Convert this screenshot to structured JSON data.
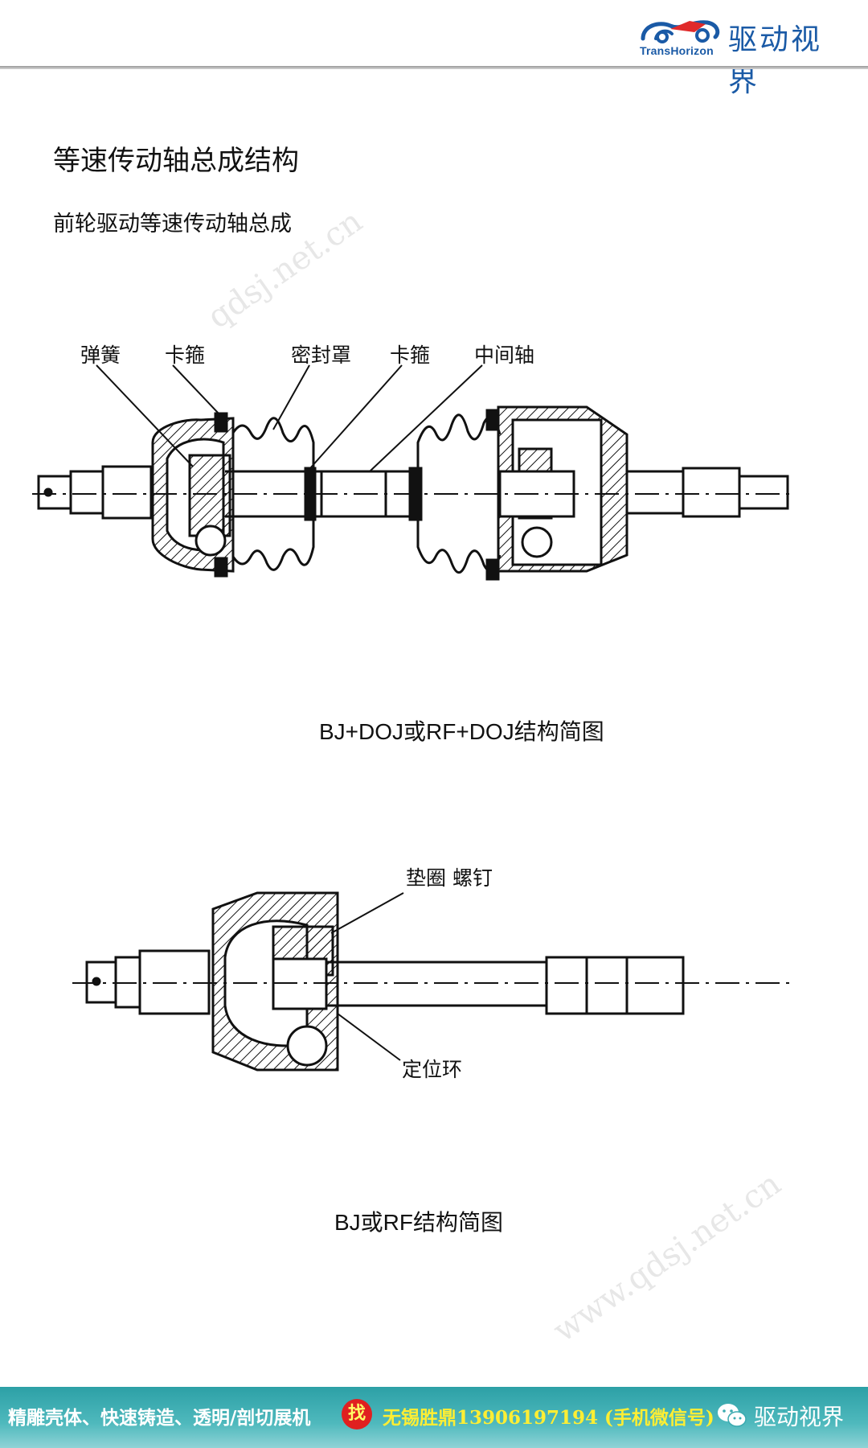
{
  "header": {
    "logo_text_en": "TransHorizon",
    "logo_text_cn": "驱动视界",
    "logo_icon": "car-wave-logo"
  },
  "page": {
    "title": "等速传动轴总成结构",
    "subtitle": "前轮驱动等速传动轴总成"
  },
  "diagram1": {
    "labels": [
      "弹簧",
      "卡箍",
      "密封罩",
      "卡箍",
      "中间轴"
    ],
    "caption": "BJ+DOJ或RF+DOJ结构简图"
  },
  "diagram2": {
    "labels": [
      "垫圈 螺钉",
      "定位环"
    ],
    "caption": "BJ或RF结构简图"
  },
  "watermark": {
    "text_top": "qdsj.net.cn",
    "text_bottom": "www.qdsj.net.cn"
  },
  "footer": {
    "ad_text": "精雕壳体、快速铸造、透明/剖切展机",
    "find_badge": "找",
    "contact_text": "无锡胜鼎13906197194 (手机微信号)",
    "wechat_icon": "wechat-icon",
    "brand": "驱动视界",
    "colors": {
      "bar": "#3aaab0",
      "contact": "#ffee33",
      "badge": "#e02020"
    }
  }
}
